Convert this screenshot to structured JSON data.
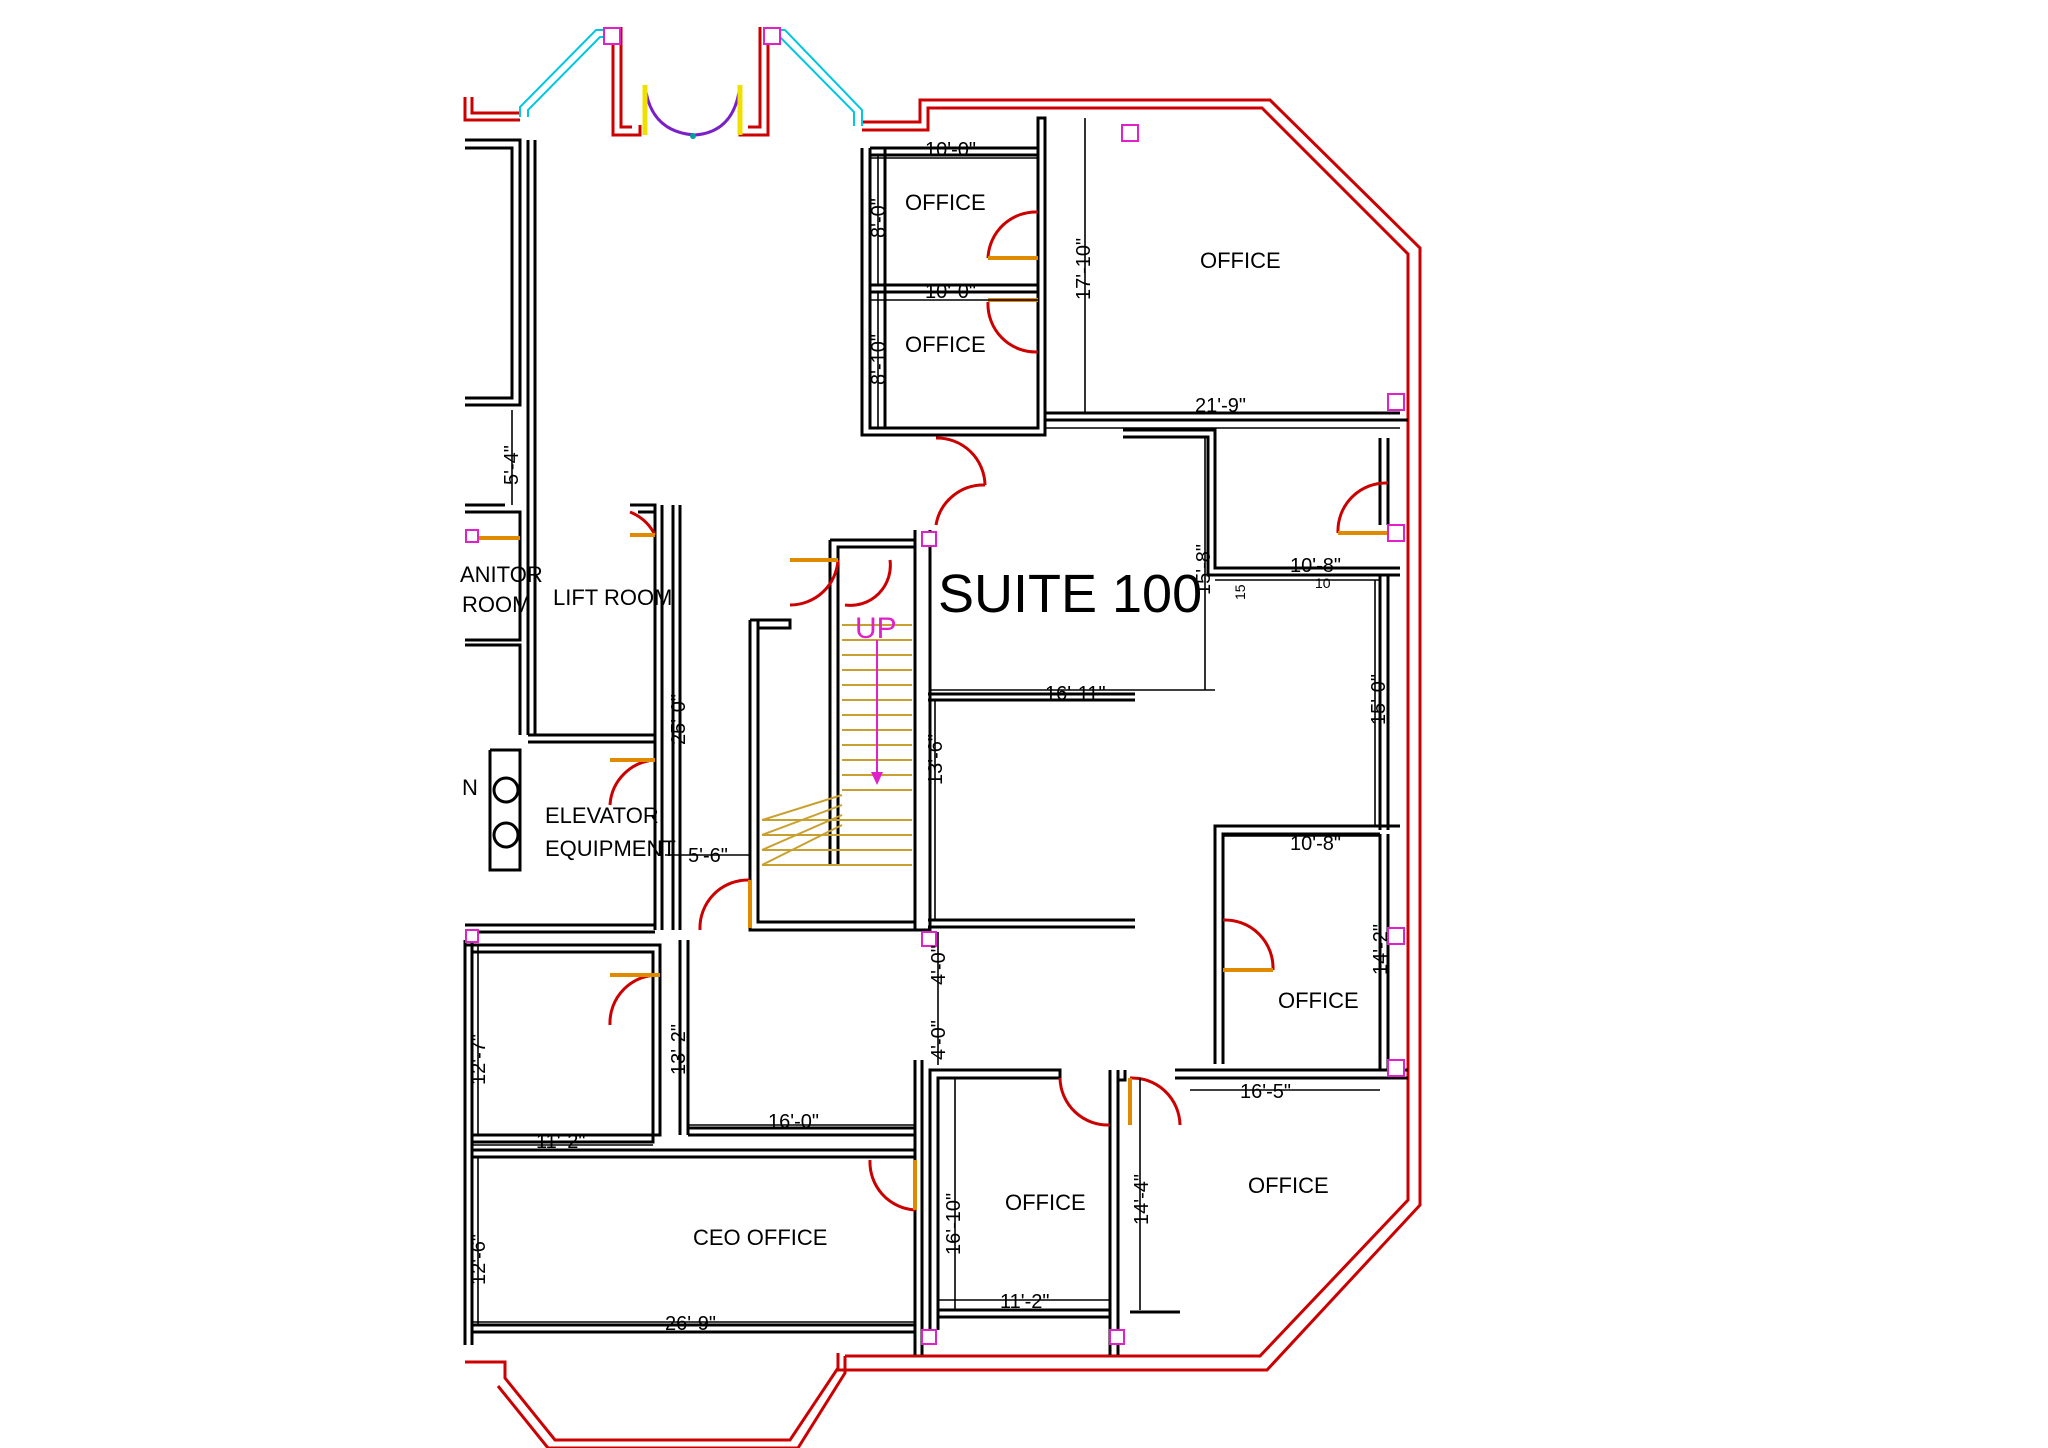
{
  "plan": {
    "suite_label": "SUITE 100",
    "stair_label": "UP",
    "rooms": {
      "office_top_left_1": "OFFICE",
      "office_top_left_2": "OFFICE",
      "office_top_right": "OFFICE",
      "office_right_mid": "OFFICE",
      "office_bottom_right": "OFFICE",
      "office_bottom_center": "OFFICE",
      "ceo_office": "CEO OFFICE",
      "lift_room": "LIFT ROOM",
      "janitor_room_line1": "ANITOR",
      "janitor_room_line2": "ROOM",
      "elevator_equipment_line1": "ELEVATOR",
      "elevator_equipment_line2": "EQUIPMENT",
      "partial_label": "N"
    },
    "dimensions": {
      "d_10_0_a": "10'-0\"",
      "d_8_0": "8'-0\"",
      "d_10_0_b": "10'-0\"",
      "d_8_10": "8'-10\"",
      "d_17_10": "17'-10\"",
      "d_21_9": "21'-9\"",
      "d_5_4": "5'-4\"",
      "d_15_8": "15'-8\"",
      "d_10_8_a": "10'-8\"",
      "d_10_small": "10",
      "d_15_small": "15",
      "d_16_11": "16'-11\"",
      "d_15_0": "15'-0\"",
      "d_25_0": "25'-0\"",
      "d_13_6": "13'-6\"",
      "d_5_6": "5'-6\"",
      "d_10_8_b": "10'-8\"",
      "d_14_2": "14'-2\"",
      "d_4_0_a": "4'-0\"",
      "d_4_0_b": "4'-0\"",
      "d_12_7": "12'-7\"",
      "d_13_2": "13'-2\"",
      "d_16_5": "16'-5\"",
      "d_11_2_a": "11'-2\"",
      "d_16_0": "16'-0\"",
      "d_16_10": "16'-10\"",
      "d_14_4": "14'-4\"",
      "d_12_6": "12'-6\"",
      "d_26_9": "26'-9\"",
      "d_11_2_b": "11'-2\""
    },
    "colors": {
      "exterior_wall": "#cc0000",
      "interior_wall": "#000000",
      "door_swing": "#cc0000",
      "door_leaf": "#e08a00",
      "column_marker": "#e020c8",
      "stair": "#c8a030",
      "up_arrow": "#e020c8",
      "glazing": "#00c8e0",
      "entry_door": "#7a20c8",
      "entry_jamb": "#f0e000"
    }
  }
}
